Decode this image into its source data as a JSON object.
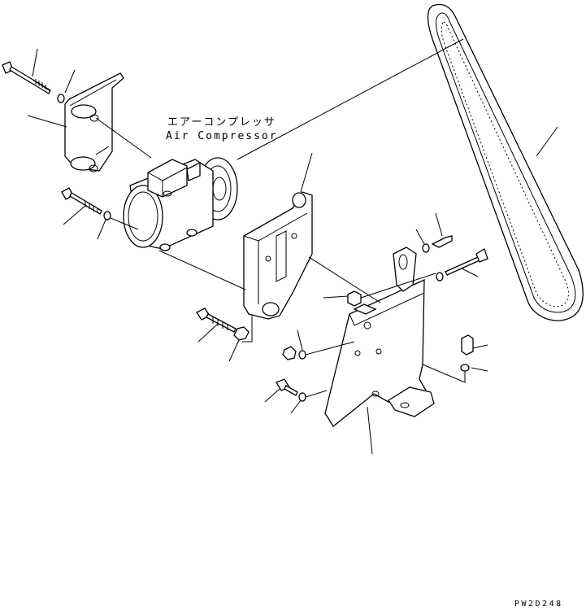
{
  "labels": {
    "compressor_jp": "エアーコンプレッサ",
    "compressor_en": "Air Compressor"
  },
  "drawing_code": "PW2D248",
  "parts": [
    {
      "name": "long-bolt"
    },
    {
      "name": "washer"
    },
    {
      "name": "front-bracket"
    },
    {
      "name": "air-compressor"
    },
    {
      "name": "v-belt"
    },
    {
      "name": "adjust-bracket"
    },
    {
      "name": "mounting-plate"
    }
  ]
}
